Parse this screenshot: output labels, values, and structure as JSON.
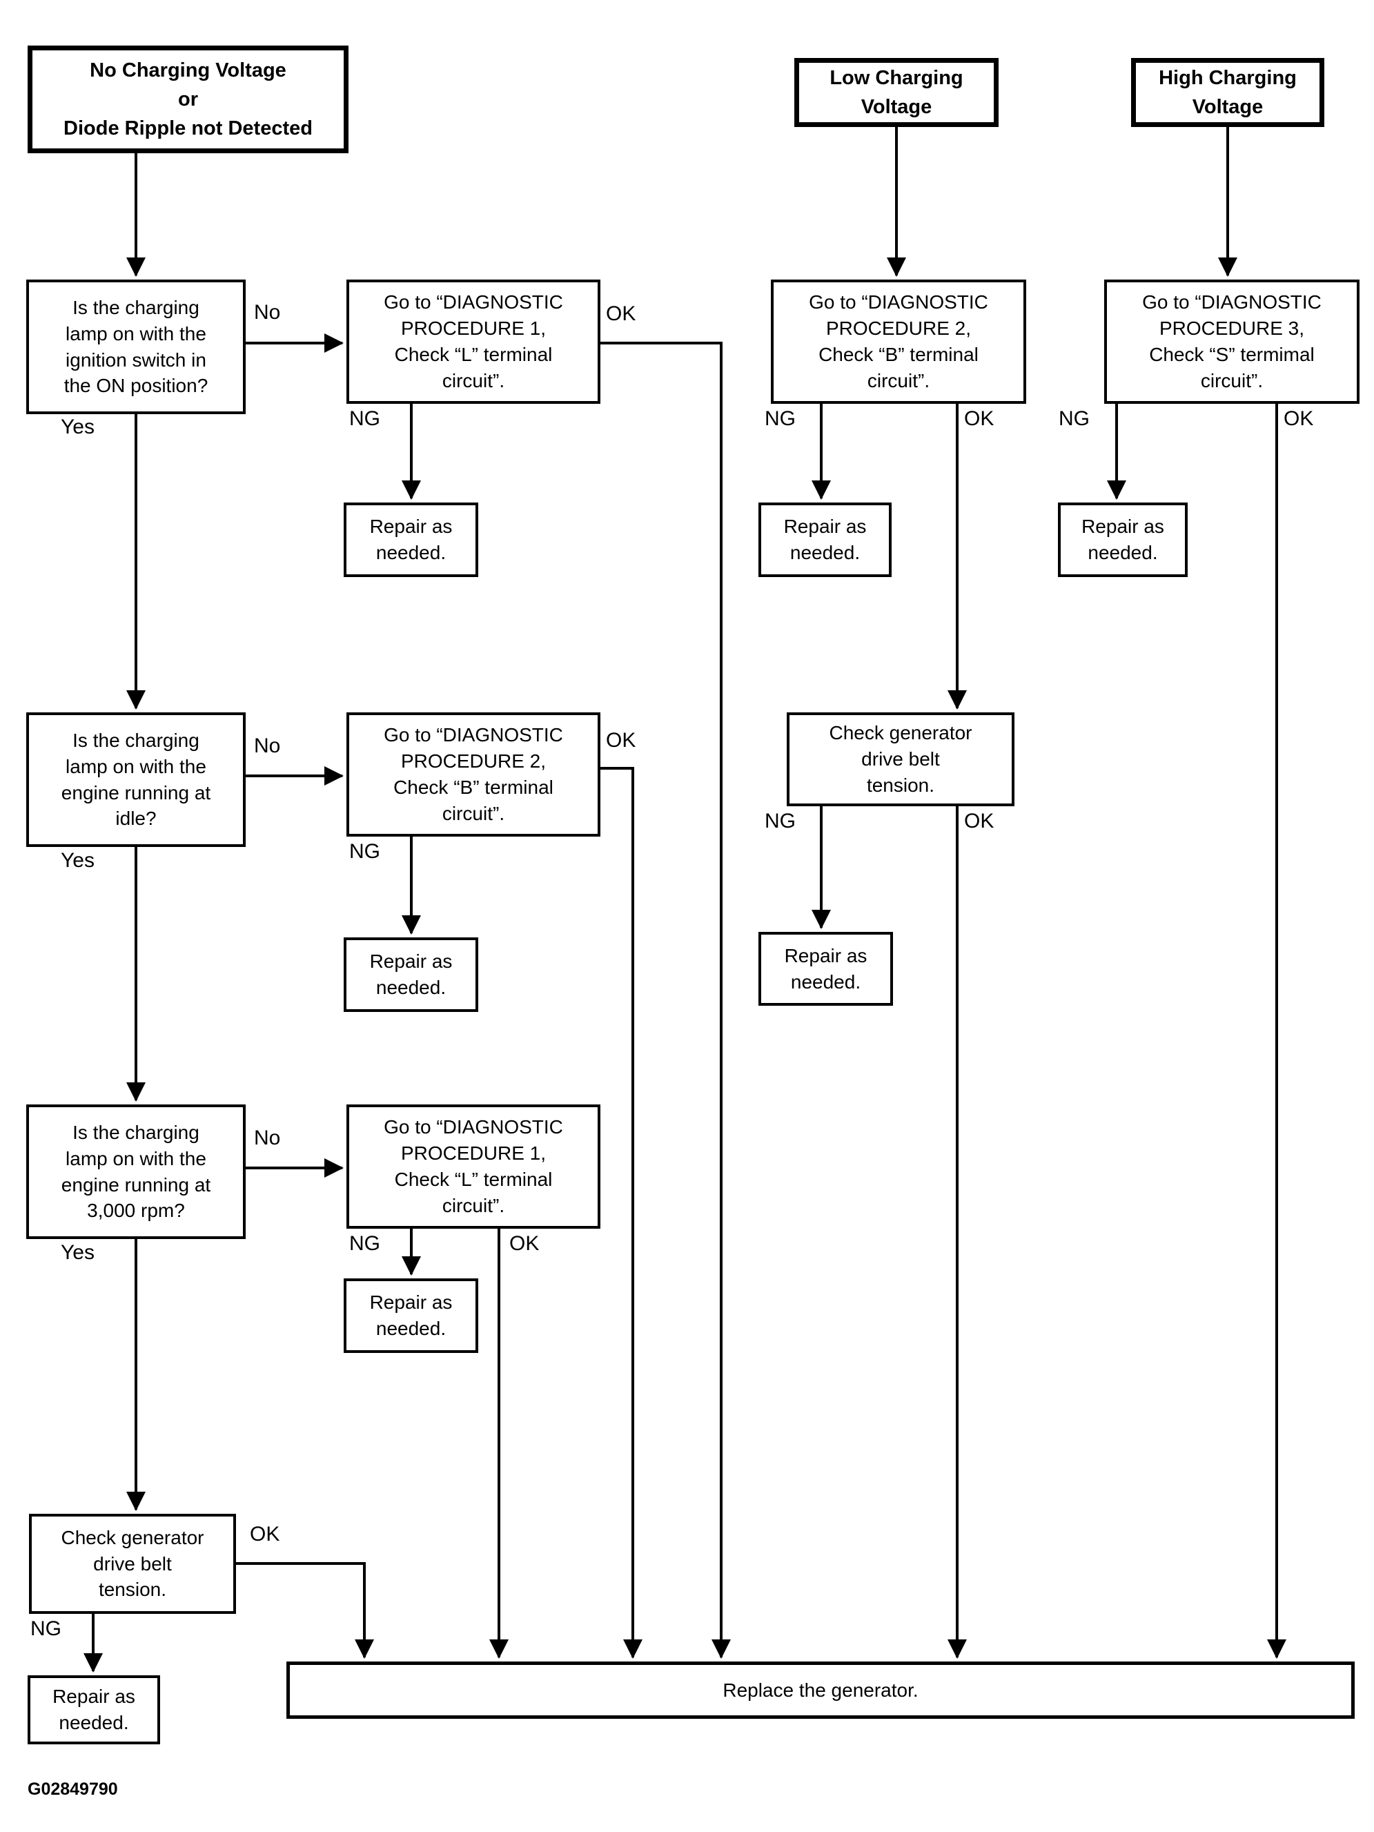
{
  "figure_id": "G02849790",
  "labels": {
    "yes": "Yes",
    "no": "No",
    "ng": "NG",
    "ok": "OK"
  },
  "nodes": {
    "header_no_charge": "No Charging Voltage\nor\nDiode Ripple not Detected",
    "header_low": "Low Charging\nVoltage",
    "header_high": "High Charging\nVoltage",
    "q_ignition": "Is the charging\nlamp on with the\nignition switch in\nthe ON position?",
    "q_idle": "Is the charging\nlamp on with the\nengine running at\nidle?",
    "q_3000": "Is the charging\nlamp on with the\nengine running at\n3,000 rpm?",
    "proc1": "Go to “DIAGNOSTIC\nPROCEDURE 1,\nCheck “L” terminal\ncircuit”.",
    "proc2": "Go to “DIAGNOSTIC\nPROCEDURE 2,\nCheck “B” terminal\ncircuit”.",
    "proc3": "Go to “DIAGNOSTIC\nPROCEDURE 3,\nCheck “S” termimal\ncircuit”.",
    "belt": "Check generator\ndrive belt\ntension.",
    "repair": "Repair as\nneeded.",
    "replace": "Replace the generator."
  }
}
